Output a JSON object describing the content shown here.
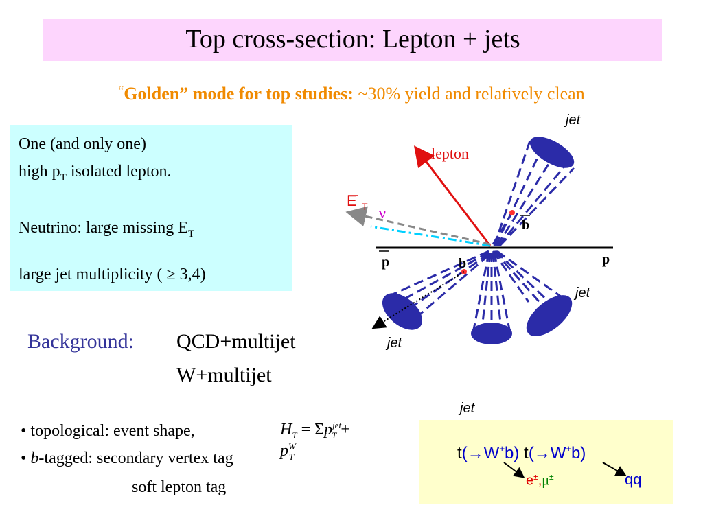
{
  "title": "Top cross-section: Lepton + jets",
  "subtitle": {
    "open_quote": "“",
    "bold": "Golden” mode for top studies:",
    "rest": " ~30% yield and relatively clean"
  },
  "signature": {
    "line1": "One (and only one)",
    "line2_pre": "high p",
    "line2_sub": "T",
    "line2_post": " isolated lepton.",
    "line3_pre": "Neutrino: large missing E",
    "line3_sub": "T",
    "line4": "large jet multiplicity ( ≥ 3,4)"
  },
  "diagram": {
    "lepton": "lepton",
    "et_symbol": "E",
    "et_sub": "T",
    "nu": "ν",
    "b_top": "b",
    "b_bottom": "b",
    "p_left": "p",
    "p_right": "p",
    "jets": [
      "jet",
      "jet",
      "jet",
      "jet"
    ]
  },
  "background": {
    "label": "Background:",
    "items": [
      "QCD+multijet",
      "W+multijet"
    ]
  },
  "bullets": {
    "b1": "• topological: event shape,",
    "b2_pre": "• ",
    "b2_italic": "b",
    "b2_post": "-tagged: secondary vertex tag",
    "b3": "soft lepton tag"
  },
  "formula": {
    "H": "H",
    "T": "T",
    "eq": " = Σ",
    "p": "p",
    "jet": "jet",
    "plus": " + ",
    "W": "W"
  },
  "decay": {
    "t1": "t",
    "arrow1": "(→W",
    "pm1": "±",
    "b1": "b)",
    "t2": " t",
    "arrow2": "(→W",
    "pm2": "±",
    "b2": "b)",
    "lep_e": "e",
    "lep_pm": "±",
    "lep_comma": ",",
    "lep_mu": "μ",
    "lep_mu_pm": "±",
    "qq": "qq"
  },
  "colors": {
    "title_bg": "#fdd5fd",
    "subtitle": "#f08a00",
    "left_box_bg": "#ccffff",
    "background_label": "#333399",
    "decay_bg": "#ffffcc",
    "jet_blue": "#2b2ba8",
    "lepton_red": "#e01010",
    "neutrino_cyan": "#00d0ff",
    "decay_lepton": "#e00000",
    "decay_mu": "#008000",
    "decay_blue": "#0000cc"
  }
}
